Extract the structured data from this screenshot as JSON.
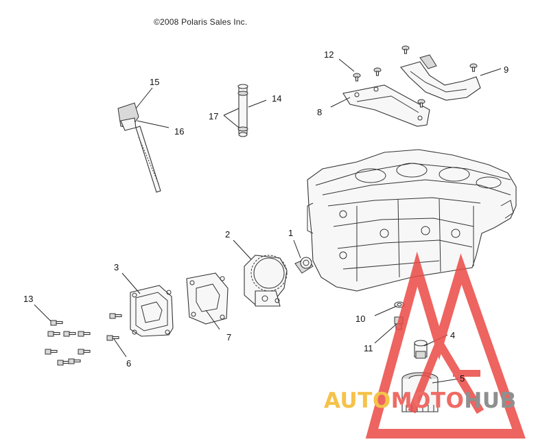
{
  "copyright": "©2008 Polaris Sales Inc.",
  "callouts": {
    "c1": "1",
    "c2": "2",
    "c3": "3",
    "c4": "4",
    "c5": "5",
    "c6": "6",
    "c7": "7",
    "c8": "8",
    "c9": "9",
    "c10": "10",
    "c11": "11",
    "c12": "12",
    "c13": "13",
    "c14": "14",
    "c15": "15",
    "c16": "16",
    "c17": "17"
  },
  "watermark": {
    "part1": "AUTO",
    "part2": "MOTO",
    "part3": "HUB",
    "color_auto": "#f5c24a",
    "color_moto": "#ee6b66",
    "color_hub": "#8f8f8f",
    "logo_color": "#ea4a45"
  }
}
